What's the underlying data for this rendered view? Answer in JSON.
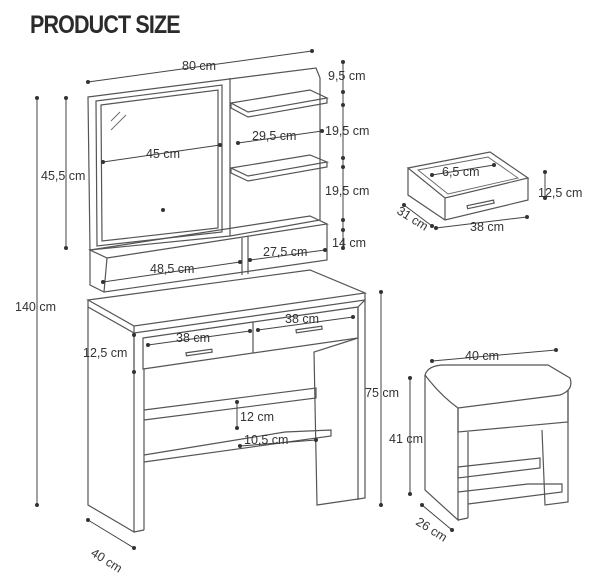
{
  "title": "PRODUCT SIZE",
  "dimensions": {
    "table_width": "80 cm",
    "shelf_top_gap": "9,5 cm",
    "mirror_width": "45 cm",
    "shelf_width": "29,5 cm",
    "shelf_gap_1": "19,5 cm",
    "shelf_gap_2": "19,5 cm",
    "mirror_height": "45,5 cm",
    "bottom_shelf_height": "14 cm",
    "bottom_left_width": "48,5 cm",
    "bottom_right_width": "27,5 cm",
    "total_height": "140 cm",
    "drawer_left_width": "38 cm",
    "drawer_right_width": "38 cm",
    "drawer_front_height": "12,5 cm",
    "lower_gap": "12 cm",
    "lower_shelf_depth": "10,5 cm",
    "table_height": "75 cm",
    "table_depth": "40 cm",
    "drawer_inner_height": "6,5 cm",
    "drawer_height": "12,5 cm",
    "drawer_depth": "31 cm",
    "drawer_width": "38 cm",
    "stool_width": "40 cm",
    "stool_height": "41 cm",
    "stool_depth": "26 cm"
  }
}
